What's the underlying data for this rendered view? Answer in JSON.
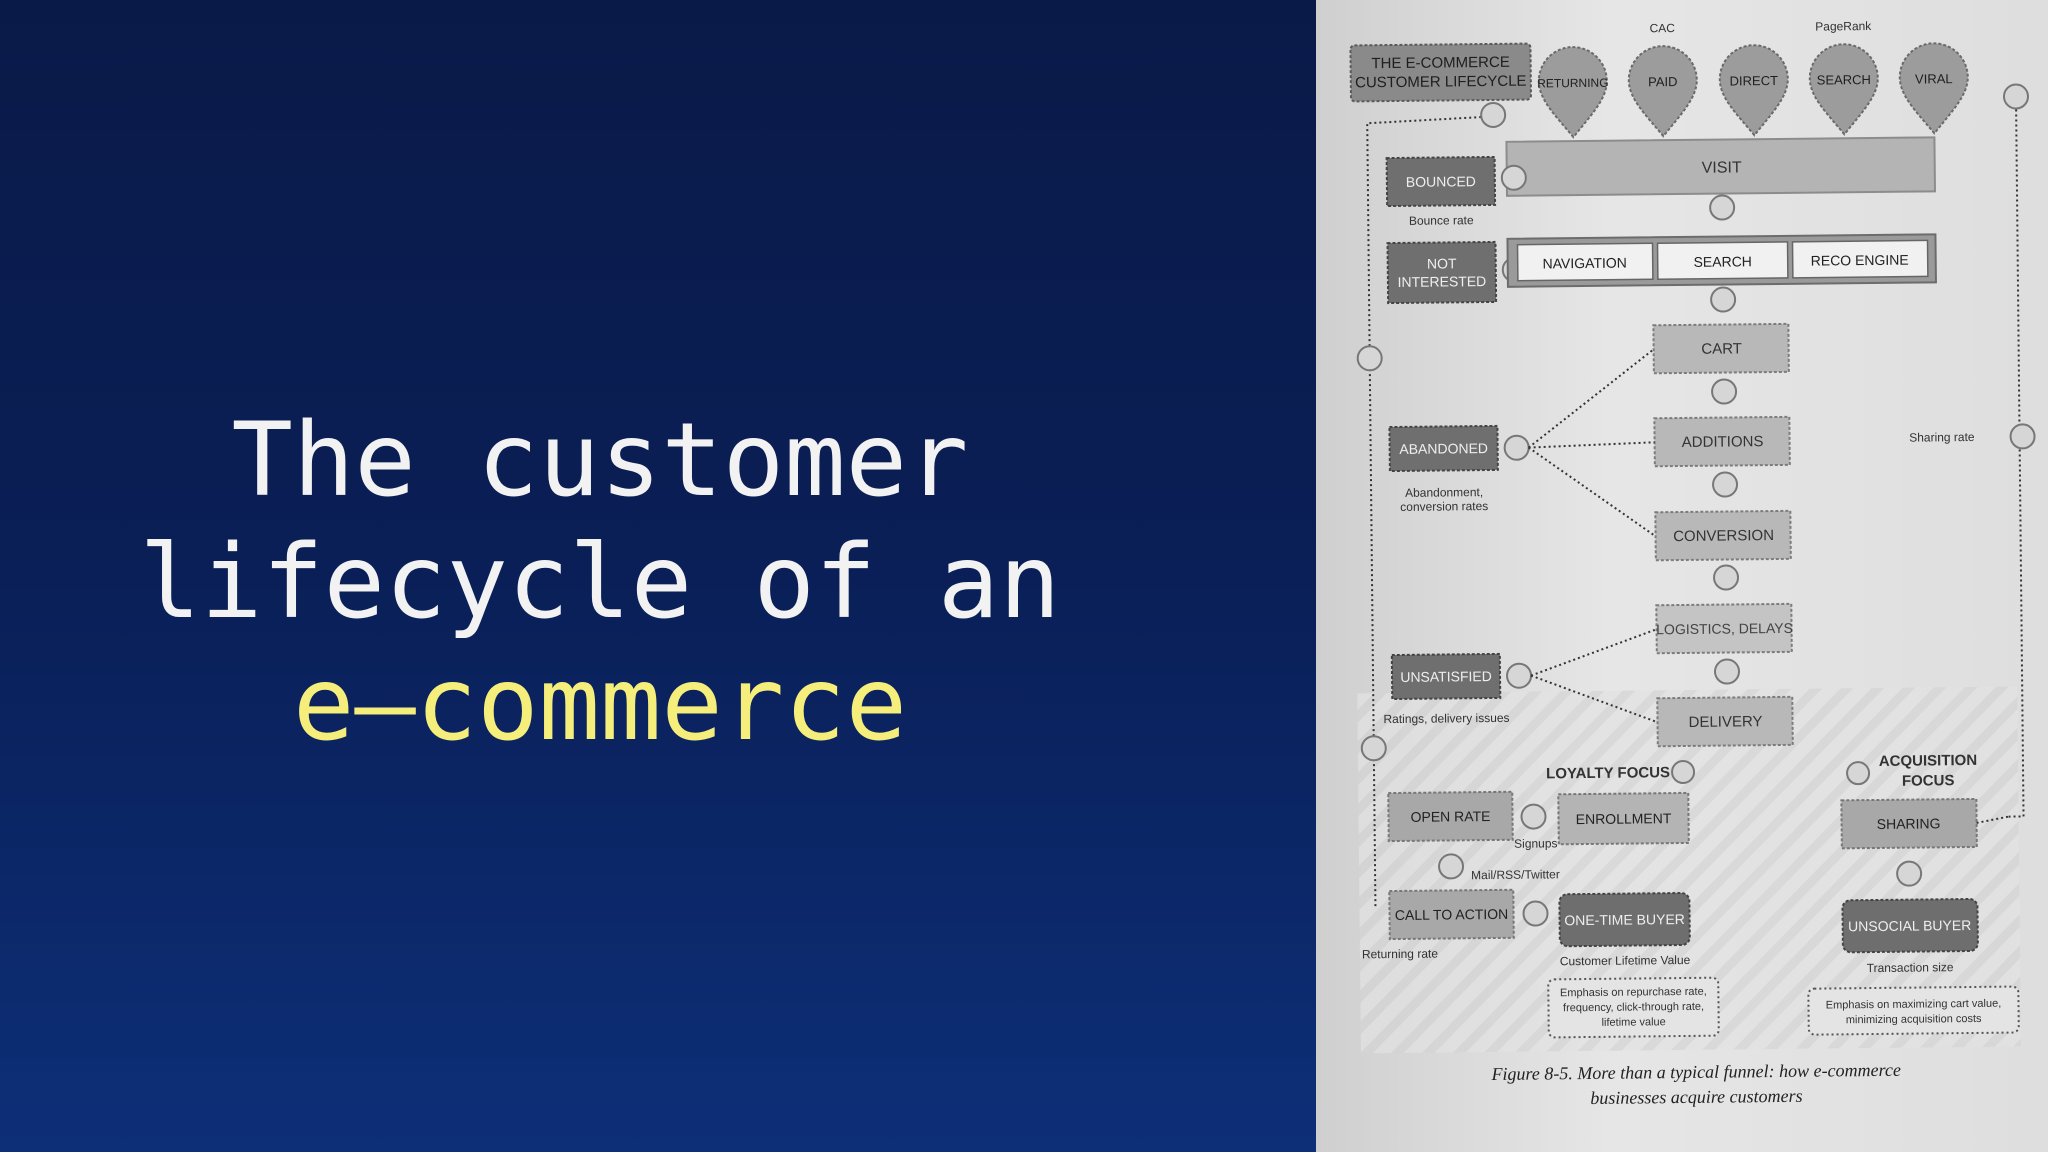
{
  "slide": {
    "title_line1": "The customer",
    "title_line2": "lifecycle of an",
    "title_line3": "e–commerce"
  },
  "figure": {
    "header": [
      "THE E-COMMERCE",
      "CUSTOMER LIFECYCLE"
    ],
    "drops": [
      {
        "label": "RETURNING",
        "above": ""
      },
      {
        "label": "PAID",
        "above": "CAC"
      },
      {
        "label": "DIRECT",
        "above": ""
      },
      {
        "label": "SEARCH",
        "above": "PageRank"
      },
      {
        "label": "VIRAL",
        "above": ""
      }
    ],
    "visit": "VISIT",
    "bounced": "BOUNCED",
    "bounce_rate": "Bounce rate",
    "not_interested_1": "NOT",
    "not_interested_2": "INTERESTED",
    "navigation": "NAVIGATION",
    "search": "SEARCH",
    "reco_engine": "RECO ENGINE",
    "cart": "CART",
    "additions": "ADDITIONS",
    "conversion": "CONVERSION",
    "logistics": "LOGISTICS, DELAYS",
    "delivery": "DELIVERY",
    "abandoned": "ABANDONED",
    "abandonment_1": "Abandonment,",
    "abandonment_2": "conversion rates",
    "unsatisfied": "UNSATISFIED",
    "ratings": "Ratings, delivery issues",
    "sharing_rate": "Sharing rate",
    "loyalty_focus": "LOYALTY FOCUS",
    "acquisition_focus_1": "ACQUISITION",
    "acquisition_focus_2": "FOCUS",
    "open_rate": "OPEN RATE",
    "enrollment": "ENROLLMENT",
    "signups": "Signups",
    "sharing": "SHARING",
    "mail": "Mail/RSS/Twitter",
    "call_to_action": "CALL TO ACTION",
    "one_time_buyer": "ONE-TIME BUYER",
    "unsocial_buyer": "UNSOCIAL BUYER",
    "returning_rate": "Returning rate",
    "clv": "Customer Lifetime Value",
    "transaction_size": "Transaction size",
    "emph_left": [
      "Emphasis on repurchase rate,",
      "frequency, click-through rate,",
      "lifetime value"
    ],
    "emph_right": [
      "Emphasis on maximizing cart value,",
      "minimizing acquisition costs"
    ],
    "caption_1": "Figure 8-5. More than a typical funnel: how e-commerce",
    "caption_2": "businesses acquire customers"
  }
}
